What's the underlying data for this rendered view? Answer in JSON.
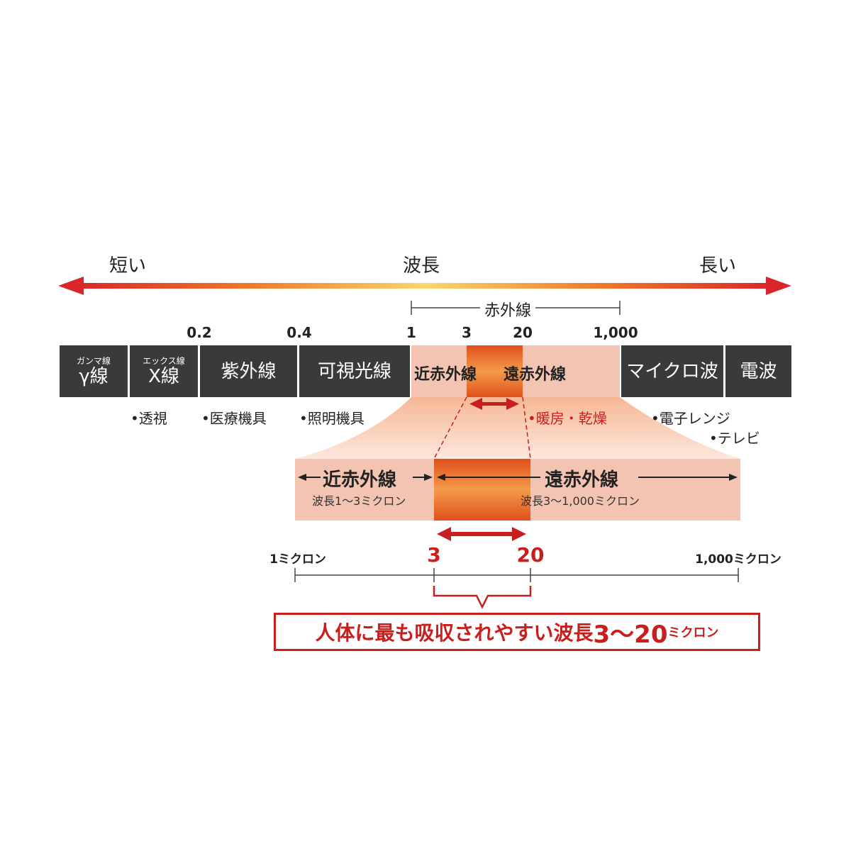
{
  "header": {
    "short_label": "短い",
    "center_label": "波長",
    "long_label": "長い"
  },
  "infrared_range_label": "赤外線",
  "ticks": {
    "t02": "0.2",
    "t04": "0.4",
    "t1": "1",
    "t3": "3",
    "t20": "20",
    "t1000": "1,000"
  },
  "bands": {
    "gamma_small": "ガンマ線",
    "gamma_big": "γ線",
    "xray_small": "エックス線",
    "xray_big": "X線",
    "uv": "紫外線",
    "visible": "可視光線",
    "near_ir": "近赤外線",
    "far_ir": "遠赤外線",
    "microwave": "マイクロ波",
    "radio": "電波"
  },
  "uses": {
    "xray": "•透視",
    "uv": "•医療機具",
    "visible": "•照明機具",
    "ir": "•暖房・乾燥",
    "microwave": "•電子レンジ",
    "radio": "•テレビ"
  },
  "zoom": {
    "near_ir_label": "近赤外線",
    "near_ir_range": "波長1～3ミクロン",
    "far_ir_label": "遠赤外線",
    "far_ir_range": "波長3～1,000ミクロン"
  },
  "scale": {
    "start": "1ミクロン",
    "mark_3": "3",
    "mark_20": "20",
    "end": "1,000ミクロン"
  },
  "callout": {
    "main": "人体に最も吸収されやすい波長",
    "number": "3～20",
    "unit": "ミクロン"
  },
  "colors": {
    "band_dark": "#3a3a3a",
    "ir_pink": "#f4c4b2",
    "highlight_orange": "#e8641e",
    "accent_red": "#c81e1e"
  }
}
